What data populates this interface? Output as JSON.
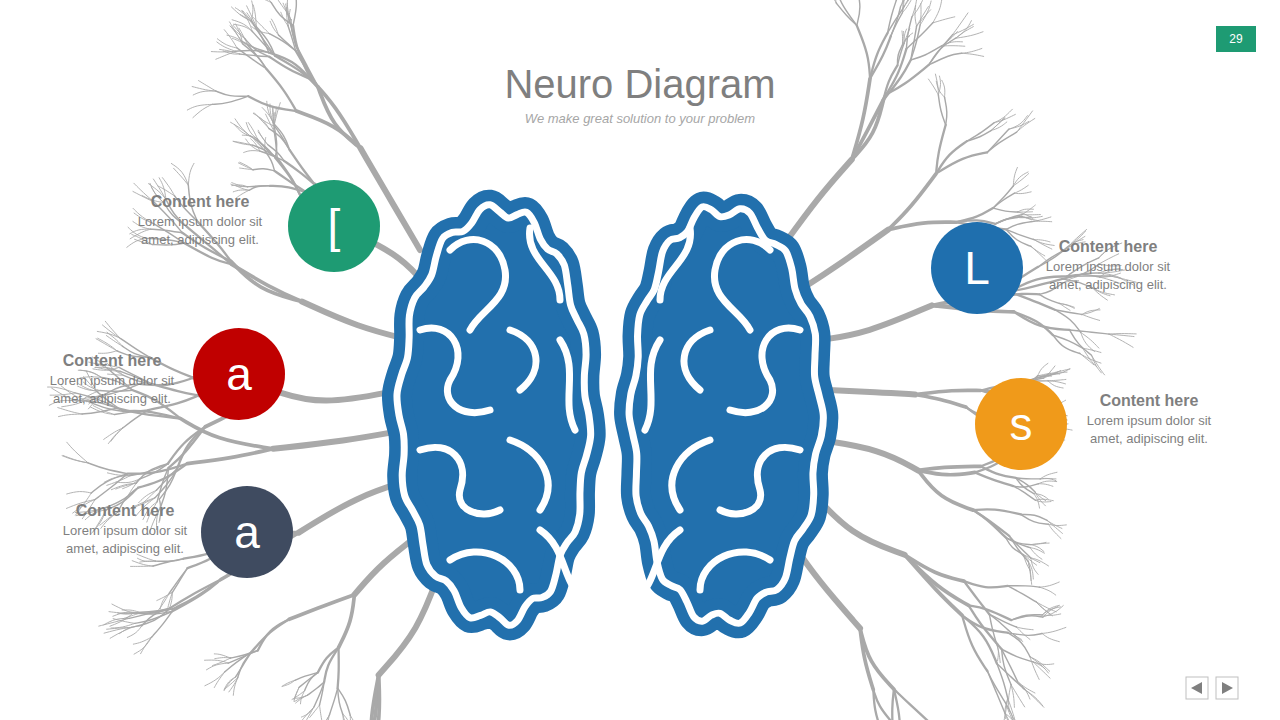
{
  "diagram": {
    "title": "Neuro Diagram",
    "caption": "We make great solution to your problem",
    "nodes": [
      {
        "text": [
          "[",
          "Content here",
          "Lorem ipsum dolor sit amet, adipiscing elit."
        ]
      },
      {
        "text": [
          "a",
          "Content here",
          "Lorem ipsum dolor sit amet, adipiscing elit."
        ]
      },
      {
        "text": [
          "a",
          "Content here",
          "Lorem ipsum dolor sit amet, adipiscing elit."
        ]
      },
      {
        "text": [
          "L",
          "Content here",
          "Lorem ipsum dolor sit amet, adipiscing elit."
        ]
      },
      {
        "text": [
          "s",
          "Content here",
          "Lorem ipsum dolor sit amet, adipiscing elit."
        ]
      }
    ],
    "labels": [
      "29"
    ]
  }
}
